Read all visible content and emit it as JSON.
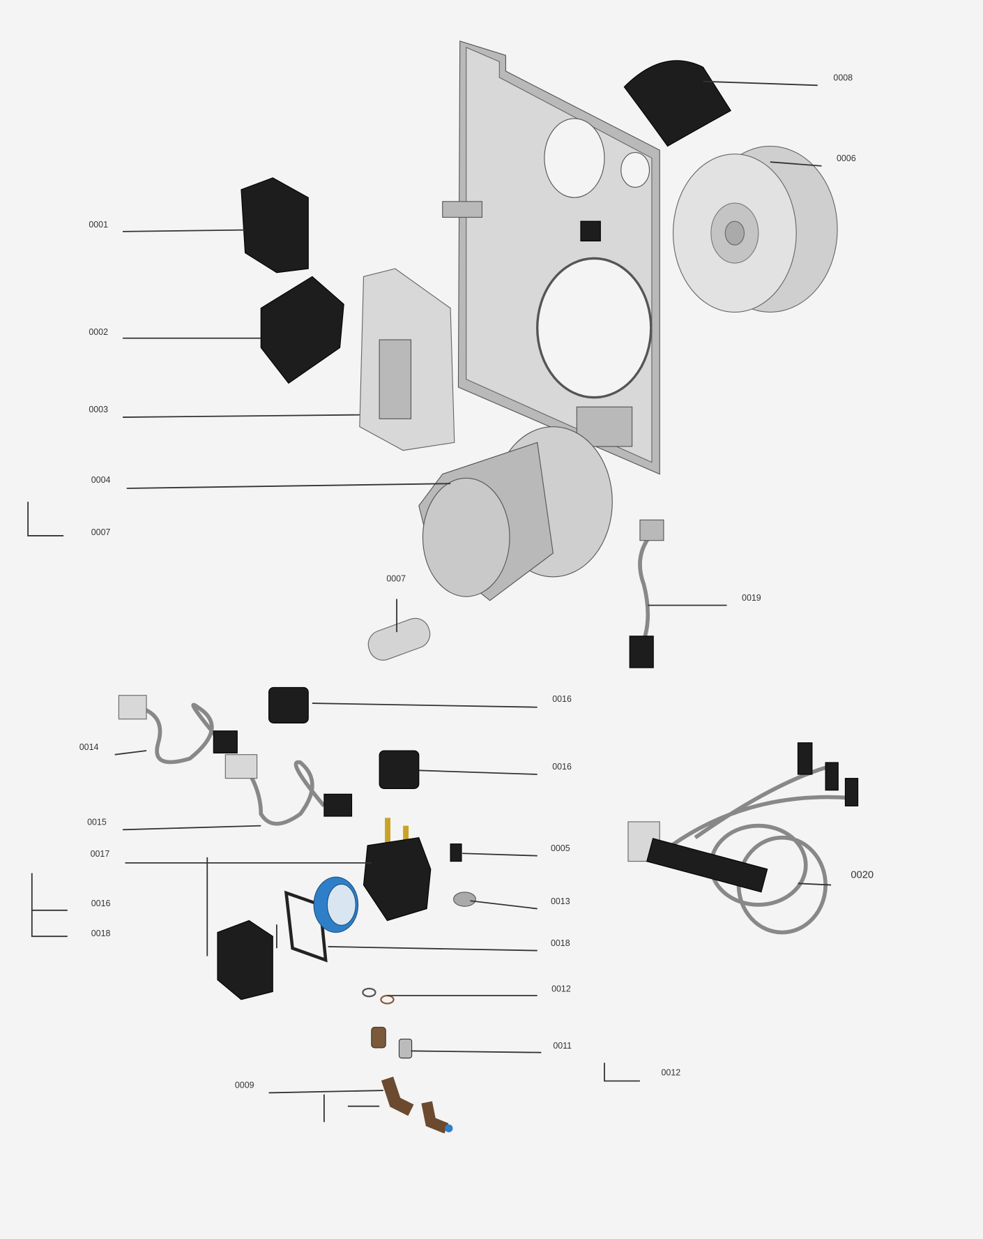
{
  "diagram": {
    "type": "exploded-parts-view",
    "labels": {
      "p0001": "0001",
      "p0002": "0002",
      "p0003": "0003",
      "p0004": "0004",
      "p0007a": "0007",
      "p0007b": "0007",
      "p0008": "0008",
      "p0006": "0006",
      "p0019": "0019",
      "p0016a": "0016",
      "p0016b": "0016",
      "p0014": "0014",
      "p0015": "0015",
      "p0017": "0017",
      "p0016c": "0016",
      "p0018a": "0018",
      "p0005": "0005",
      "p0013": "0013",
      "p0018b": "0018",
      "p0012a": "0012",
      "p0011": "0011",
      "p0012b": "0012",
      "p0009": "0009",
      "p0020": "0020"
    },
    "colors": {
      "background": "#f4f4f4",
      "dark_part": "#1d1d1d",
      "metal": "#b9b9b9",
      "accent_blue": "#2f7fc8"
    }
  }
}
